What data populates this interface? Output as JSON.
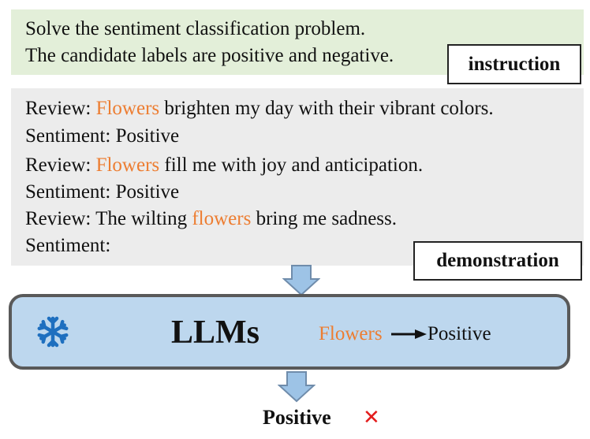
{
  "instruction": {
    "line1": "Solve the sentiment classification problem.",
    "line2": "The candidate labels are positive and negative.",
    "tag": "instruction"
  },
  "demonstration": {
    "lines": [
      {
        "prefix": "Review: ",
        "highlight": "Flowers",
        "rest": " brighten my day with their vibrant colors."
      },
      {
        "prefix": "Sentiment: Positive",
        "highlight": "",
        "rest": ""
      },
      {
        "prefix": "Review: ",
        "highlight": "Flowers",
        "rest": " fill me with joy and anticipation."
      },
      {
        "prefix": "Sentiment: Positive",
        "highlight": "",
        "rest": ""
      },
      {
        "prefix": "Review: The wilting ",
        "highlight": "flowers",
        "rest": " bring me sadness."
      },
      {
        "prefix": "Sentiment:",
        "highlight": "",
        "rest": ""
      }
    ],
    "tag": "demonstration"
  },
  "model": {
    "title": "LLMs",
    "frozen_icon": "snowflake-icon",
    "mapping_source": "Flowers",
    "mapping_target": "Positive"
  },
  "output": {
    "label": "Positive",
    "mark": "✕",
    "mark_icon": "cross-icon"
  },
  "colors": {
    "highlight": "#ed7d31",
    "instruction_bg": "#e3efd9",
    "demonstration_bg": "#ececec",
    "model_fill": "#bdd7ee",
    "arrow_fill": "#9dc3e6",
    "snowflake": "#1e6fbf",
    "wrong": "#e31c1c"
  }
}
